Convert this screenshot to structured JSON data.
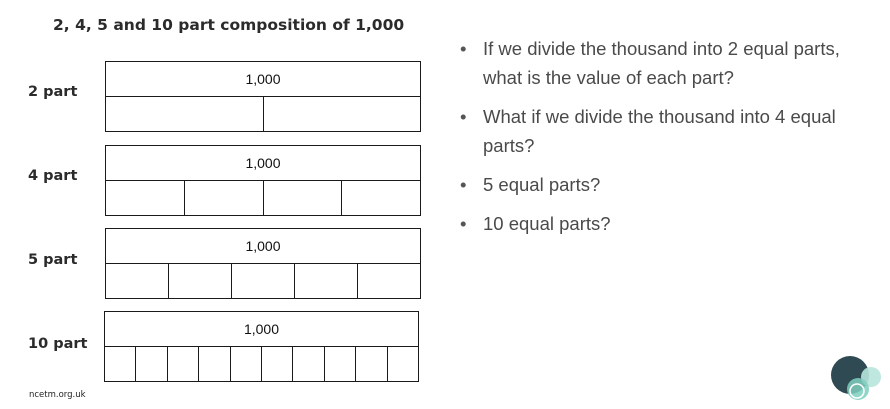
{
  "title": "2, 4, 5 and 10 part composition of 1,000",
  "bar_models": [
    {
      "label": "2 part",
      "whole": "1,000",
      "parts": 2
    },
    {
      "label": "4 part",
      "whole": "1,000",
      "parts": 4
    },
    {
      "label": "5 part",
      "whole": "1,000",
      "parts": 5
    },
    {
      "label": "10 part",
      "whole": "1,000",
      "parts": 10
    }
  ],
  "questions": [
    "If we divide the thousand into 2 equal parts, what is the value of each part?",
    "What if we divide the thousand into 4 equal parts?",
    "5 equal parts?",
    "10 equal parts?"
  ],
  "bullet": "•",
  "footer": "ncetm.org.uk",
  "logo_icon": "ncetm-logo-icon",
  "colors": {
    "logo_dark": "#2f4a52",
    "logo_teal": "#7fcfc0",
    "logo_light": "#b7e6dc"
  }
}
